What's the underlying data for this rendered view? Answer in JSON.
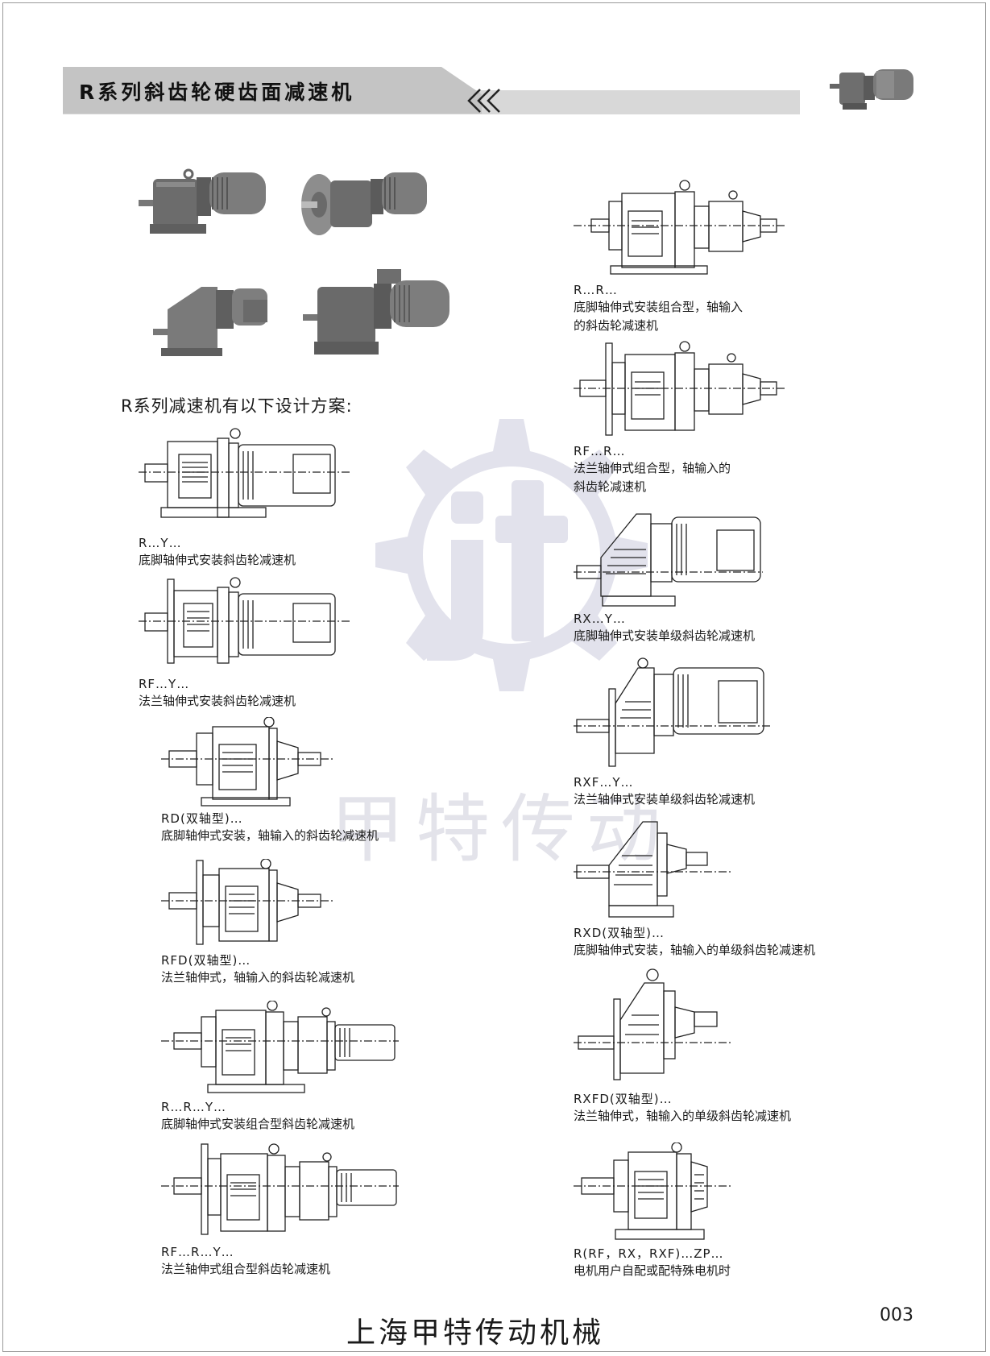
{
  "banner": {
    "title": "R系列斜齿轮硬齿面减速机"
  },
  "intro": "R系列减速机有以下设计方案:",
  "watermark": {
    "text": "甲特传动"
  },
  "icons": {
    "chevrons": "chevron-triple-icon",
    "logo": "jt-gear-logo"
  },
  "models": [
    {
      "code": "R…Y…",
      "desc": "底脚轴伸式安装斜齿轮减速机"
    },
    {
      "code": "RF…Y…",
      "desc": "法兰轴伸式安装斜齿轮减速机"
    },
    {
      "code": "RD(双轴型)…",
      "desc": "底脚轴伸式安装，轴输入的斜齿轮减速机"
    },
    {
      "code": "RFD(双轴型)…",
      "desc": "法兰轴伸式，轴输入的斜齿轮减速机"
    },
    {
      "code": "R…R…Y…",
      "desc": "底脚轴伸式安装组合型斜齿轮减速机"
    },
    {
      "code": "RF…R…Y…",
      "desc": "法兰轴伸式组合型斜齿轮减速机"
    },
    {
      "code": "R…R…",
      "desc": "底脚轴伸式安装组合型，轴输入\n的斜齿轮减速机"
    },
    {
      "code": "RF…R…",
      "desc": "法兰轴伸式组合型，轴输入的\n斜齿轮减速机"
    },
    {
      "code": "RX…Y…",
      "desc": "底脚轴伸式安装单级斜齿轮减速机"
    },
    {
      "code": "RXF…Y…",
      "desc": "法兰轴伸式安装单级斜齿轮减速机"
    },
    {
      "code": "RXD(双轴型)…",
      "desc": "底脚轴伸式安装，轴输入的单级斜齿轮减速机"
    },
    {
      "code": "RXFD(双轴型)…",
      "desc": "法兰轴伸式，轴输入的单级斜齿轮减速机"
    },
    {
      "code": "R(RF，RX，RXF)…ZP…",
      "desc": "电机用户自配或配特殊电机时"
    }
  ],
  "footer": {
    "company": "上海甲特传动机械",
    "page": "003"
  }
}
